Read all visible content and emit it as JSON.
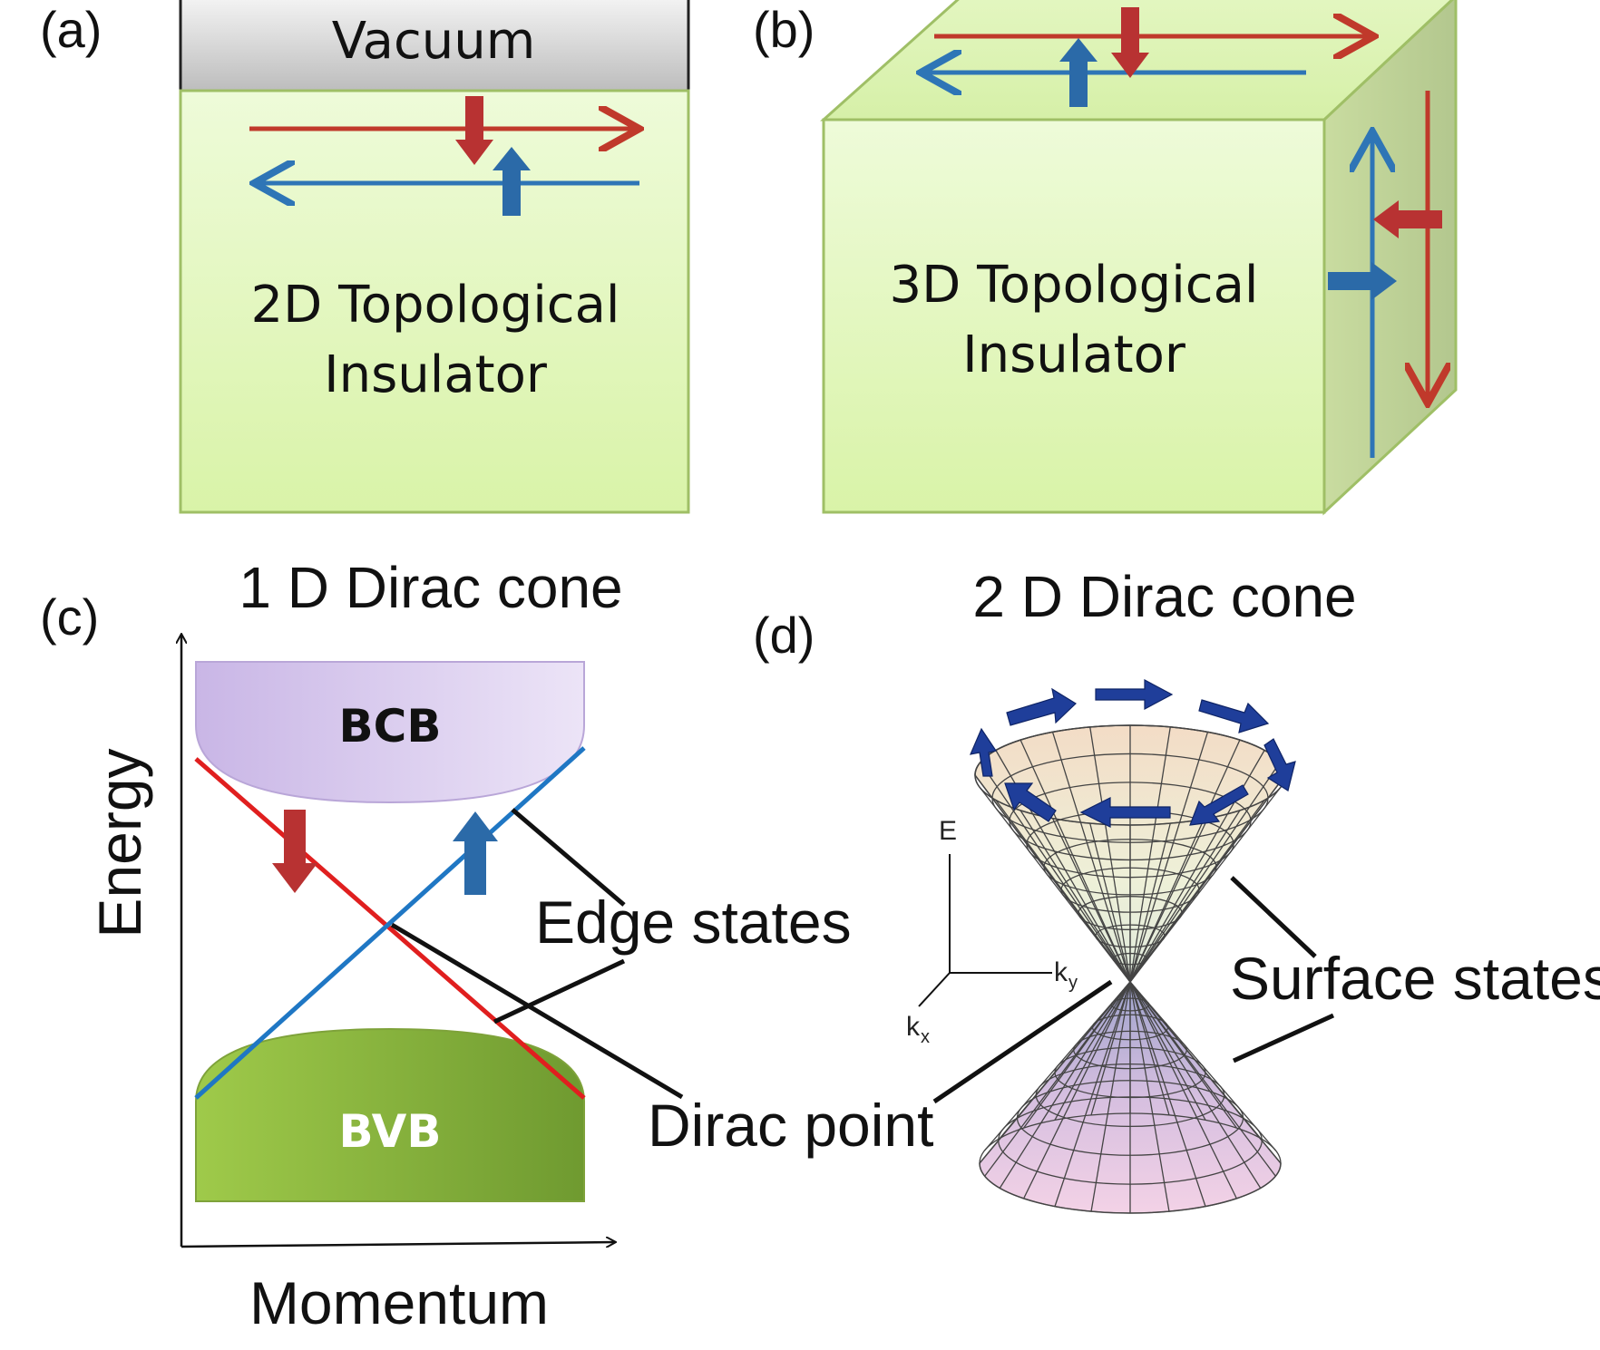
{
  "panels": {
    "a": {
      "label": "(a)",
      "vacuum": "Vacuum",
      "line1": "2D Topological",
      "line2": "Insulator"
    },
    "b": {
      "label": "(b)",
      "line1": "3D Topological",
      "line2": "Insulator"
    },
    "c": {
      "label": "(c)",
      "title": "1 D Dirac cone",
      "bcb": "BCB",
      "bvb": "BVB",
      "y_axis": "Energy",
      "x_axis": "Momentum",
      "edge_states": "Edge states",
      "dirac_point": "Dirac point"
    },
    "d": {
      "label": "(d)",
      "title": "2 D Dirac cone",
      "surface_states": "Surface states",
      "axis_e": "E",
      "axis_ky": "k",
      "axis_ky_sub": "y",
      "axis_kx": "k",
      "axis_kx_sub": "x"
    }
  },
  "colors": {
    "red_state": "#c0392b",
    "blue_state": "#2e75b6",
    "insulator_fill": "#e6f7c4",
    "bcb_fill": "#d9cdec",
    "bvb_fill": "#8db53c"
  }
}
